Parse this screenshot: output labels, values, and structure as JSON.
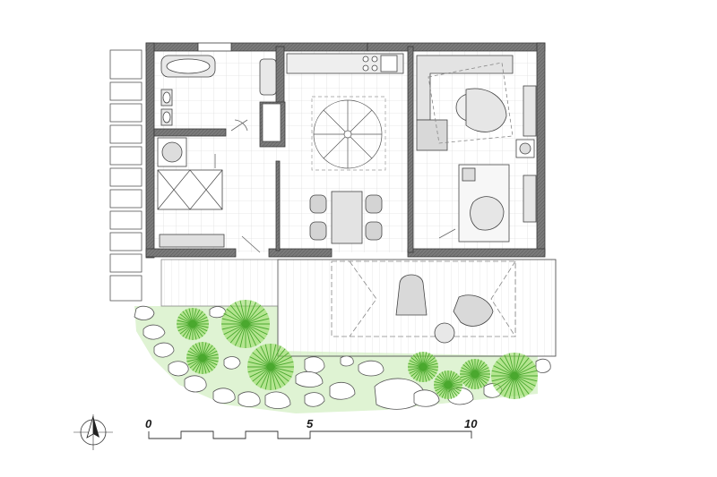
{
  "scale_bar": {
    "labels": [
      "0",
      "5",
      "10"
    ],
    "unit_values": [
      0,
      5,
      10
    ]
  },
  "north_arrow": {
    "icon": "north-arrow-icon"
  },
  "colors": {
    "wall": "#6f6f6f",
    "wall_outline": "#3a3a3a",
    "furniture": "#e0e0e0",
    "greenery": "#8fd85a",
    "lawn": "#dff3d3",
    "line": "#555555"
  },
  "rooms": [
    "bathroom",
    "stair-hall",
    "kitchen-dining",
    "living-room",
    "terrace",
    "garden"
  ]
}
